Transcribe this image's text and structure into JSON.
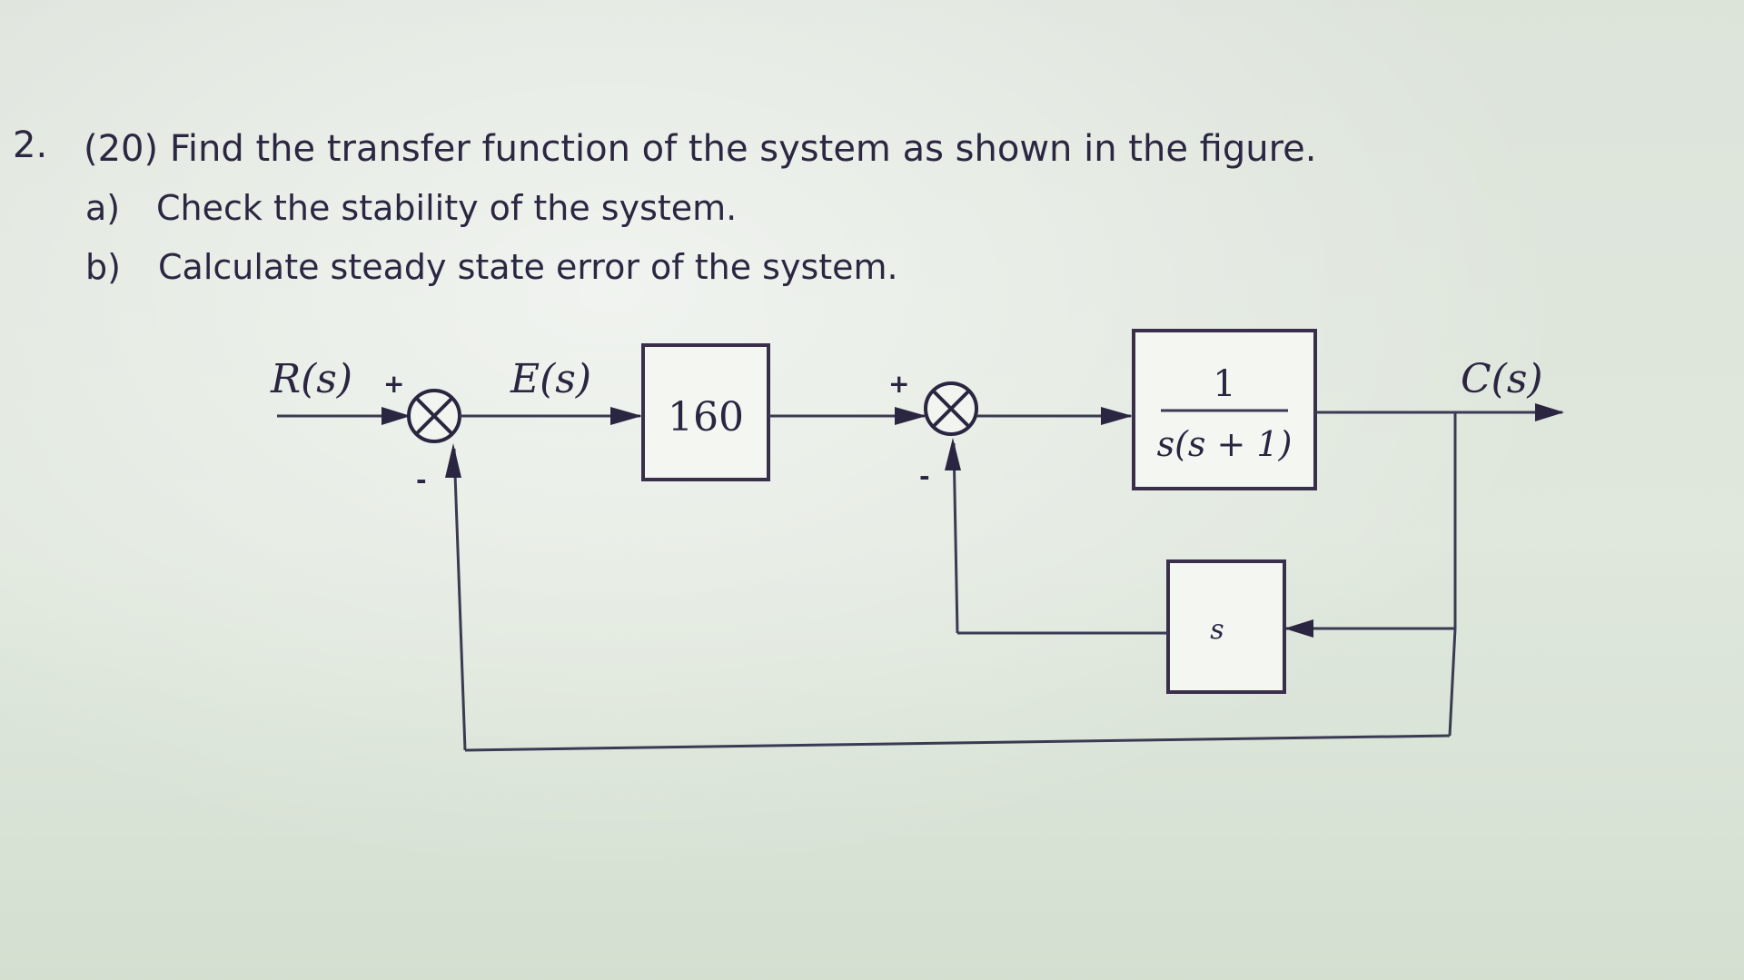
{
  "question": {
    "number": "2.",
    "text": "(20) Find the transfer function of the system as shown in the figure.",
    "parts": [
      {
        "label": "a)",
        "text": "Check the stability of the system."
      },
      {
        "label": "b)",
        "text": "Calculate steady state error of the system."
      }
    ]
  },
  "diagram": {
    "input_label": "R(s)",
    "error_label": "E(s)",
    "output_label": "C(s)",
    "gain_block": "160",
    "plant_block": {
      "numerator": "1",
      "denominator": "s(s + 1)"
    },
    "feedback_block": "s",
    "summing_junction_1": {
      "plus": "+",
      "minus": "-"
    },
    "summing_junction_2": {
      "plus": "+",
      "minus": "-"
    }
  }
}
